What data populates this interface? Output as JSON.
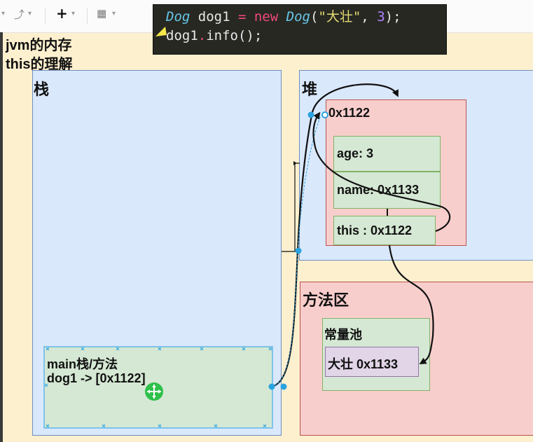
{
  "code": {
    "line1": {
      "type1": "Dog",
      "var": " dog1 ",
      "eq": "=",
      "new": " new ",
      "type2": "Dog",
      "open": "(",
      "arg_str": "\"大壮\"",
      "comma": ", ",
      "arg_num": "3",
      "close": ");"
    },
    "line2": {
      "obj": "dog1",
      "dot": ".",
      "call": "info();"
    }
  },
  "titles": {
    "line1": "jvm的内存",
    "line2": "this的理解"
  },
  "stack": {
    "label": "栈",
    "frame": {
      "line1": "main栈/方法",
      "line2": "dog1 -> [0x1122]"
    }
  },
  "heap": {
    "label": "堆",
    "object": {
      "address": "0x1122",
      "fields": [
        "age: 3",
        "name: 0x1133",
        "this : 0x1122"
      ]
    }
  },
  "method_area": {
    "label": "方法区",
    "pool": {
      "label": "常量池",
      "entry": "大壮 0x1133"
    }
  },
  "colors": {
    "stack_fill": "#dae8fc",
    "stack_stroke": "#6c8ebf",
    "red_fill": "#f8cecc",
    "red_stroke": "#b85450",
    "green_fill": "#d5e8d4",
    "green_stroke": "#82b366",
    "purple_fill": "#e1d5e7",
    "purple_stroke": "#9673a6",
    "selection": "#29a3e0",
    "canvas": "#fdf0cf"
  }
}
